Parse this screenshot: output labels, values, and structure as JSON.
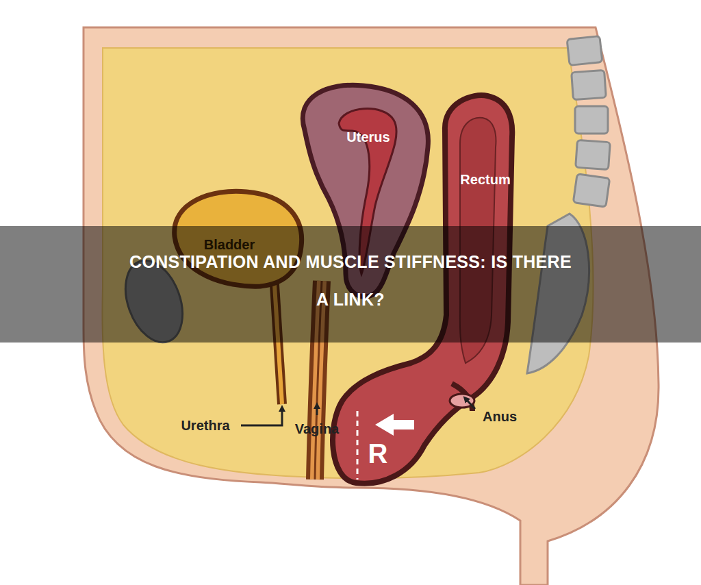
{
  "diagram": {
    "title": "CONSTIPATION AND MUSCLE STIFFNESS: IS THERE A LINK?",
    "labels": [
      "Uterus",
      "Rectum",
      "Bladder",
      "R",
      "Urethra",
      "Vagina",
      "Anus"
    ]
  }
}
